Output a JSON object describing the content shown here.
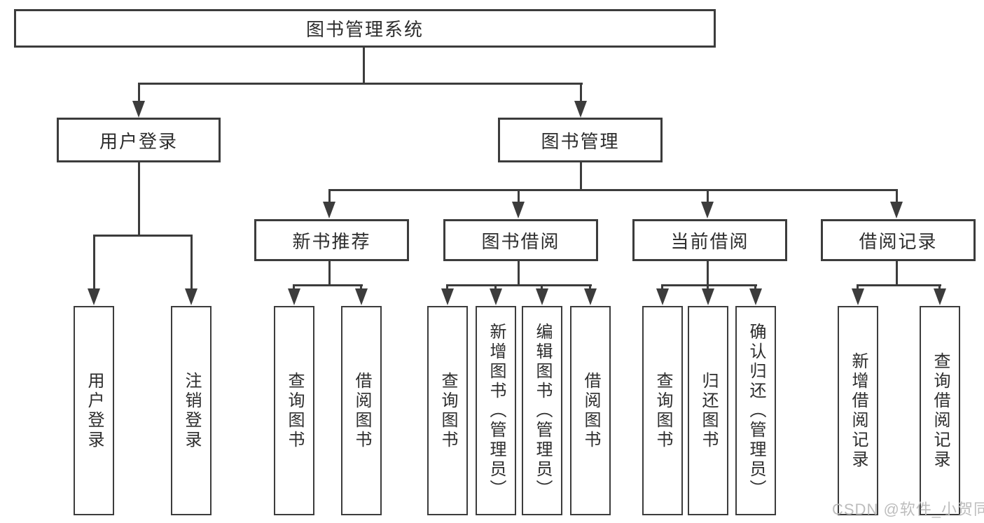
{
  "nodes": {
    "root": {
      "label": "图书管理系统"
    },
    "level2": [
      {
        "label": "用户登录"
      },
      {
        "label": "图书管理"
      }
    ],
    "level3": [
      {
        "label": "新书推荐"
      },
      {
        "label": "图书借阅"
      },
      {
        "label": "当前借阅"
      },
      {
        "label": "借阅记录"
      }
    ],
    "leaves": [
      {
        "label": "用户登录"
      },
      {
        "label": "注销登录"
      },
      {
        "label": "查询图书"
      },
      {
        "label": "借阅图书"
      },
      {
        "label": "查询图书"
      },
      {
        "label": "新增图书（管理员）"
      },
      {
        "label": "编辑图书（管理员）"
      },
      {
        "label": "借阅图书"
      },
      {
        "label": "查询图书"
      },
      {
        "label": "归还图书"
      },
      {
        "label": "确认归还（管理员）"
      },
      {
        "label": "新增借阅记录"
      },
      {
        "label": "查询借阅记录"
      }
    ]
  },
  "watermark": {
    "text": "CSDN @软件_小贺同学"
  },
  "colors": {
    "line": "#3c3c3c",
    "text": "#2d2d2d",
    "watermark": "#bdbdbd",
    "background": "#ffffff"
  }
}
